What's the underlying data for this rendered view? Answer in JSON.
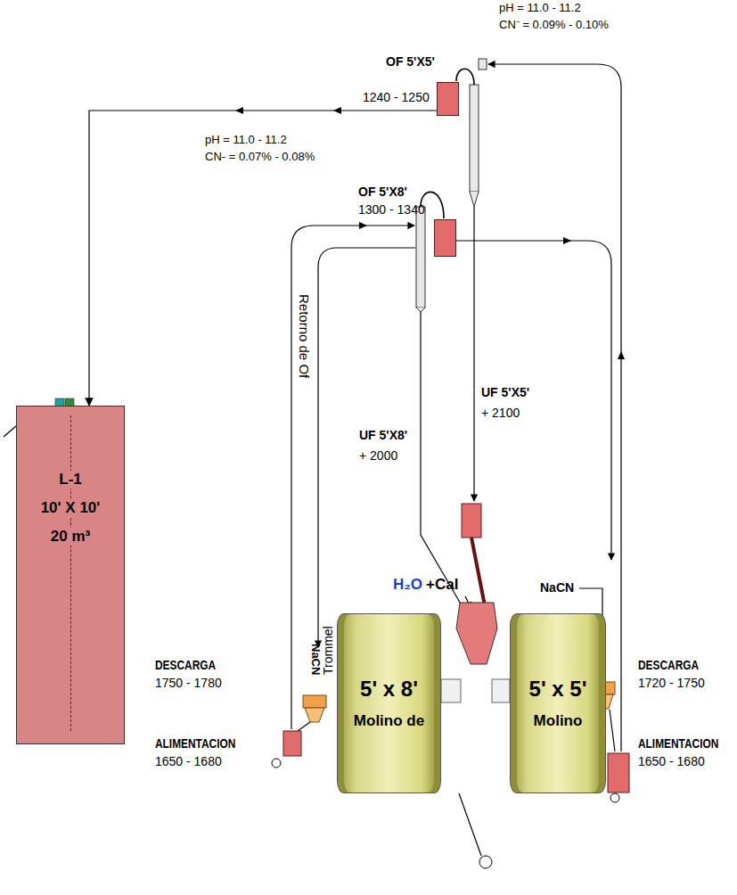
{
  "diagram": {
    "nodes": [
      {
        "text": [
          "OF 5'X5'",
          "1240 - 1250"
        ]
      },
      {
        "text": [
          "OF 5'X8'",
          "1300 - 1340"
        ]
      },
      {
        "text": [
          "L-1",
          "10' X 10'",
          "20 m³"
        ]
      },
      {
        "text": [
          "5' x 8'",
          "Molino de"
        ]
      },
      {
        "text": [
          "5' x 5'",
          "Molino"
        ]
      }
    ],
    "edges": [
      {
        "from": 0,
        "to": 2,
        "arrow": "to"
      }
    ],
    "labels": [
      "pH = 11.0 - 11.2",
      "CN⁻ = 0.09% - 0.10%",
      "pH = 11.0 - 11.2",
      "CN- = 0.07% - 0.08%",
      "Retorno de Of",
      "UF 5'X5'",
      "+ 2100",
      "UF 5'X8'",
      "+ 2000",
      "H₂O",
      "+Cal",
      "NaCN",
      "Trommel",
      "NaCN",
      "DESCARGA",
      "1750 - 1780",
      "DESCARGA",
      "1720 - 1750",
      "ALIMENTACION",
      "1650 - 1680",
      "ALIMENTACION",
      "1650 - 1680"
    ]
  }
}
